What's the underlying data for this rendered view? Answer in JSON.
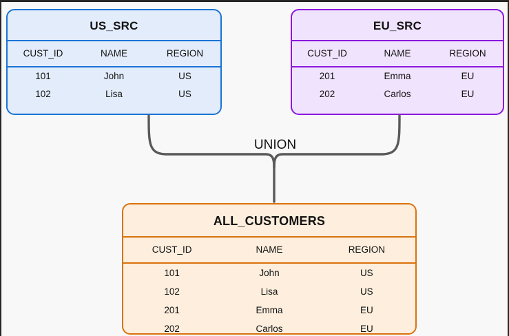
{
  "diagram": {
    "type": "sql-union-dataflow",
    "background_color": "#f8f8f8",
    "operation_label": "UNION",
    "colors": {
      "source_us_border": "#1a73d4",
      "source_us_fill": "#e3ecfb",
      "source_eu_border": "#8c17dd",
      "source_eu_fill": "#f0e3fd",
      "target_border": "#d9730d",
      "target_fill": "#fdeedd",
      "connector": "#595959",
      "text": "#121212"
    },
    "columns": [
      "CUST_ID",
      "NAME",
      "REGION"
    ],
    "sources": [
      {
        "id": "us-src",
        "title": "US_SRC",
        "headers": [
          "CUST_ID",
          "NAME",
          "REGION"
        ],
        "rows": [
          [
            "101",
            "John",
            "US"
          ],
          [
            "102",
            "Lisa",
            "US"
          ]
        ]
      },
      {
        "id": "eu-src",
        "title": "EU_SRC",
        "headers": [
          "CUST_ID",
          "NAME",
          "REGION"
        ],
        "rows": [
          [
            "201",
            "Emma",
            "EU"
          ],
          [
            "202",
            "Carlos",
            "EU"
          ]
        ]
      }
    ],
    "target": {
      "id": "all-customers",
      "title": "ALL_CUSTOMERS",
      "headers": [
        "CUST_ID",
        "NAME",
        "REGION"
      ],
      "rows": [
        [
          "101",
          "John",
          "US"
        ],
        [
          "102",
          "Lisa",
          "US"
        ],
        [
          "201",
          "Emma",
          "EU"
        ],
        [
          "202",
          "Carlos",
          "EU"
        ]
      ]
    }
  }
}
